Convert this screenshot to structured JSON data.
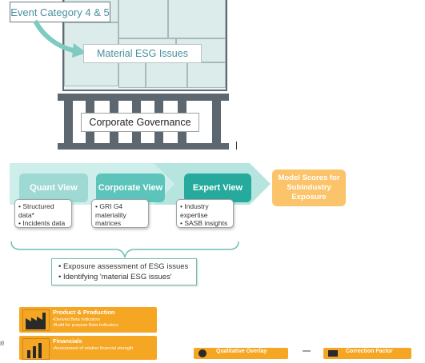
{
  "building": {
    "event_label": "Event Category 4 & 5",
    "material_label": "Material ESG Issues",
    "governance_label": "Corporate Governance"
  },
  "process": {
    "views": [
      {
        "label": "Quant View",
        "color": "#9ed9d3",
        "notes": [
          "Structured data*",
          "Incidents data"
        ]
      },
      {
        "label": "Corporate View",
        "color": "#5cc4bb",
        "notes": [
          "GRI G4 materiality matrices"
        ]
      },
      {
        "label": "Expert View",
        "color": "#26aa9d",
        "notes": [
          "Industry expertise",
          "SASB insights"
        ]
      }
    ],
    "output_label": "Model Scores for Subindustry Exposure",
    "output_color": "#fbc46a",
    "chevron_color": "#cdeeea"
  },
  "summary": {
    "items": [
      "Exposure assessment of ESG issues",
      "Identifying 'material ESG issues'"
    ]
  },
  "bottom": {
    "side_label": "ls",
    "cards": [
      {
        "title": "Product & Production",
        "lines": [
          "•Derived Beta Indicators",
          "•Build for purpose Beta Indicators"
        ]
      },
      {
        "title": "Financials",
        "lines": [
          "•Assessment of relative financial strength"
        ]
      }
    ],
    "qualitative_label": "Qualitative Overlay",
    "correction_label": "Correction Factor"
  },
  "colors": {
    "accent_teal": "#26aa9d",
    "orange": "#f5a623",
    "dark_gray": "#5c6770"
  }
}
